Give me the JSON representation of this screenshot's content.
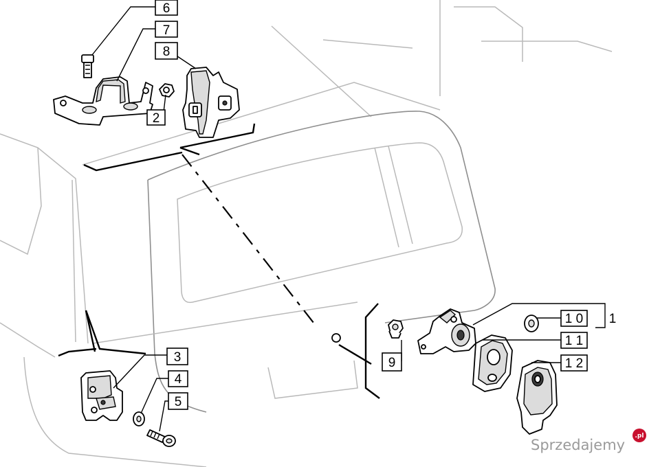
{
  "callouts": {
    "c1": "1",
    "c2": "2",
    "c3": "3",
    "c4": "4",
    "c5": "5",
    "c6": "6",
    "c7": "7",
    "c8": "8",
    "c9": "9",
    "c10": "1 0",
    "c11": "1 1",
    "c12": "1 2"
  },
  "watermark": {
    "text": "Sprzedajemy",
    "badge": ".pl"
  }
}
